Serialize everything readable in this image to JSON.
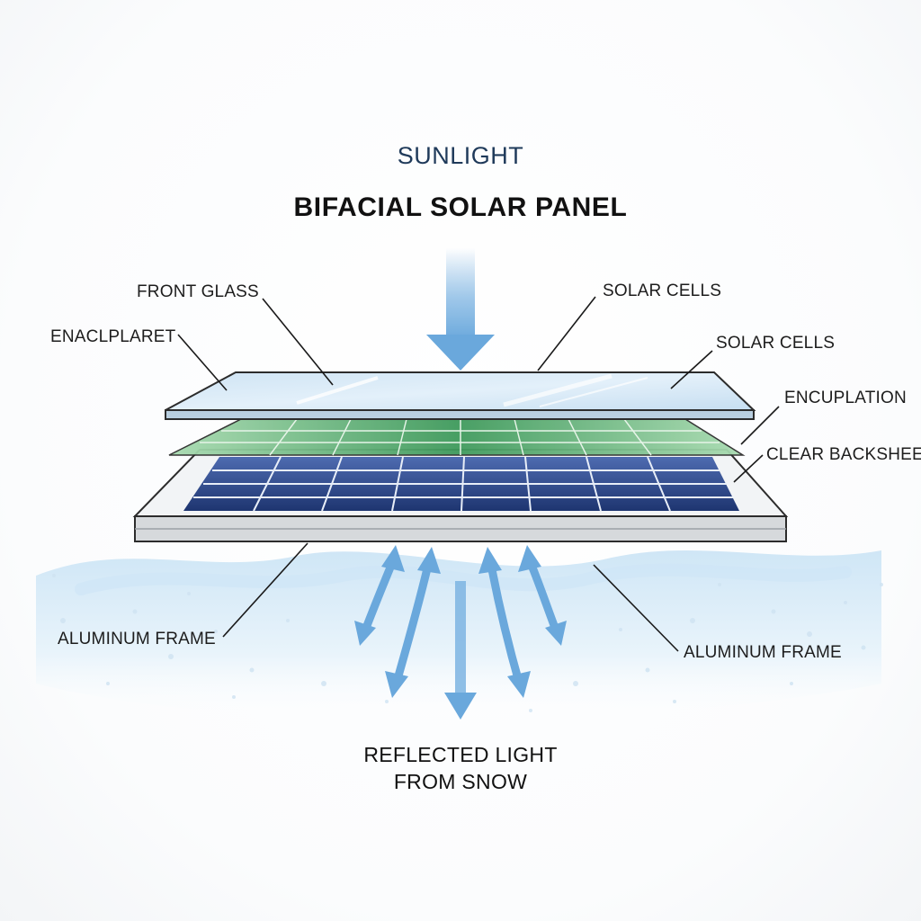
{
  "diagram": {
    "sunlight_label": "SUNLIGHT",
    "title": "BIFACIAL SOLAR PANEL",
    "callouts": {
      "front_glass": "FRONT GLASS",
      "encapsulant": "ENACLPLARET",
      "solar_cells_top": "SOLAR CELLS",
      "solar_cells_side": "SOLAR CELLS",
      "encapsulation": "ENCUPLATION",
      "clear_backsheet": "CLEAR BACKSHEET",
      "aluminum_frame_left": "ALUMINUM FRAME",
      "aluminum_frame_right": "ALUMINUM FRAME"
    },
    "reflected_label_line1": "REFLECTED LIGHT",
    "reflected_label_line2": "FROM SNOW",
    "colors": {
      "arrow_blue": "#6aa8dc",
      "glass": "#d6e8f5",
      "encapsulant_green": "#8fcf9a",
      "cell_navy": "#1f3a73",
      "frame_gray": "#cfd3d6",
      "snow_blue": "#d9ebf7"
    }
  }
}
